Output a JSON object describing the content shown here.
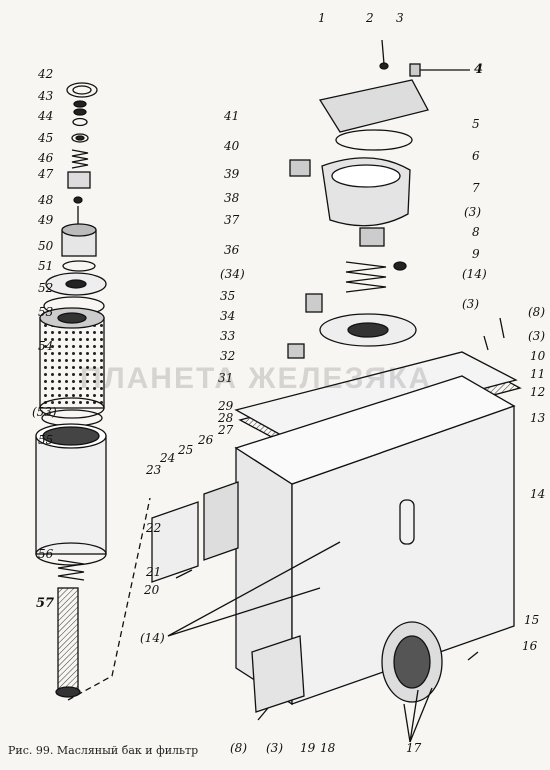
{
  "caption": "Рис. 99. Масляный бак и фильтр",
  "watermark": "ПЛАНЕТА ЖЕЛЕЗЯКА",
  "labels": {
    "l1": "1",
    "l2": "2",
    "l3": "3",
    "l4": "4",
    "l5": "5",
    "l6": "6",
    "l7": "7",
    "l3b": "(3)",
    "l8": "8",
    "l9": "9",
    "l14a": "(14)",
    "l3c": "(3)",
    "l8b": "(8)",
    "l3d": "(3)",
    "l10": "10",
    "l11": "11",
    "l12": "12",
    "l13": "13",
    "l14": "14",
    "l15": "15",
    "l16": "16",
    "l17": "17",
    "l18": "18",
    "l19": "19",
    "l3e": "(3)",
    "l8c": "(8)",
    "l14b": "(14)",
    "l20": "20",
    "l21": "21",
    "l22": "22",
    "l23": "23",
    "l24": "24",
    "l25": "25",
    "l26": "26",
    "l27": "27",
    "l28": "28",
    "l29": "29",
    "l31": "31",
    "l32": "32",
    "l33": "33",
    "l34": "34",
    "l35": "35",
    "l34b": "(34)",
    "l36": "36",
    "l37": "37",
    "l38": "38",
    "l39": "39",
    "l40": "40",
    "l41": "41",
    "l42": "42",
    "l43": "43",
    "l44": "44",
    "l45": "45",
    "l46": "46",
    "l47": "47",
    "l48": "48",
    "l49": "49",
    "l50": "50",
    "l51": "51",
    "l52": "52",
    "l53": "53",
    "l54": "54",
    "l53b": "(53)",
    "l55": "55",
    "l56": "56",
    "l57": "57"
  }
}
